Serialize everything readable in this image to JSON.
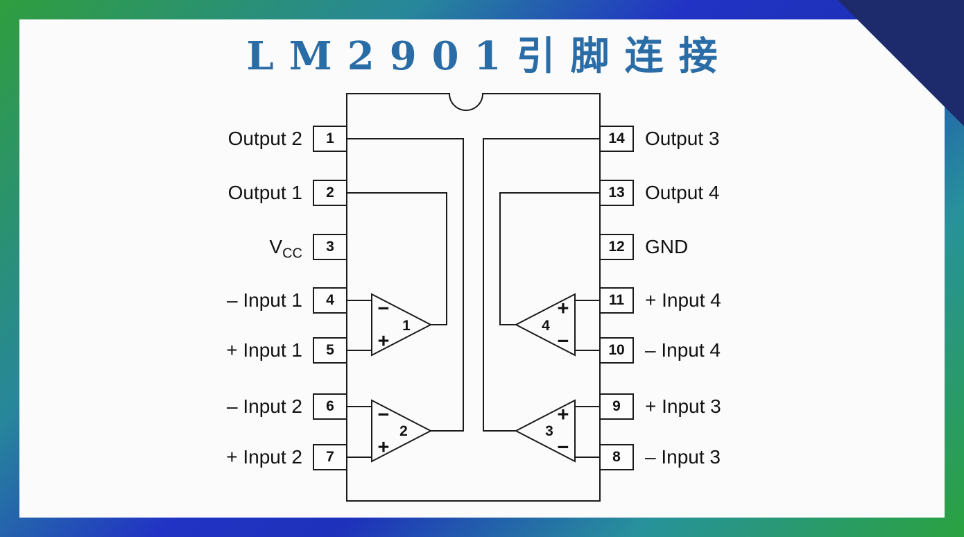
{
  "title": "LM2901引脚连接",
  "colors": {
    "frame_green": "#2f9e3e",
    "frame_blue": "#2133c4",
    "corner_navy": "#1d2b6d",
    "title_blue": "#2a6ca6",
    "line_black": "#1a1a1a",
    "panel_bg": "#fbfbfb"
  },
  "chip": {
    "left_pins": [
      {
        "num": "1",
        "label": "Output 2"
      },
      {
        "num": "2",
        "label": "Output 1"
      },
      {
        "num": "3",
        "label": "VCC",
        "label_main": "V",
        "label_sub": "CC"
      },
      {
        "num": "4",
        "label": "– Input 1"
      },
      {
        "num": "5",
        "label": "+ Input 1"
      },
      {
        "num": "6",
        "label": "– Input 2"
      },
      {
        "num": "7",
        "label": "+ Input 2"
      }
    ],
    "right_pins": [
      {
        "num": "14",
        "label": "Output 3"
      },
      {
        "num": "13",
        "label": "Output 4"
      },
      {
        "num": "12",
        "label": "GND"
      },
      {
        "num": "11",
        "label": "+ Input 4"
      },
      {
        "num": "10",
        "label": "– Input 4"
      },
      {
        "num": "9",
        "label": "+ Input 3"
      },
      {
        "num": "8",
        "label": "– Input 3"
      }
    ],
    "comparators": [
      {
        "num": "1",
        "top_sign": "−",
        "bottom_sign": "+"
      },
      {
        "num": "2",
        "top_sign": "−",
        "bottom_sign": "+"
      },
      {
        "num": "4",
        "top_sign": "+",
        "bottom_sign": "−"
      },
      {
        "num": "3",
        "top_sign": "+",
        "bottom_sign": "−"
      }
    ]
  }
}
